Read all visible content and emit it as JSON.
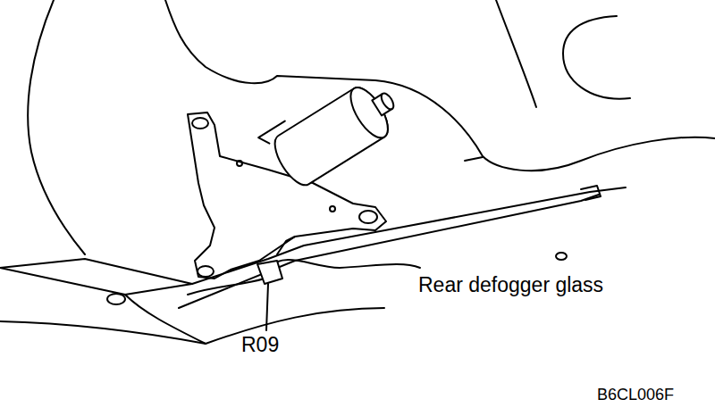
{
  "diagram": {
    "labels": [
      "Rear defogger glass",
      "R09",
      "B6CL006F"
    ]
  }
}
